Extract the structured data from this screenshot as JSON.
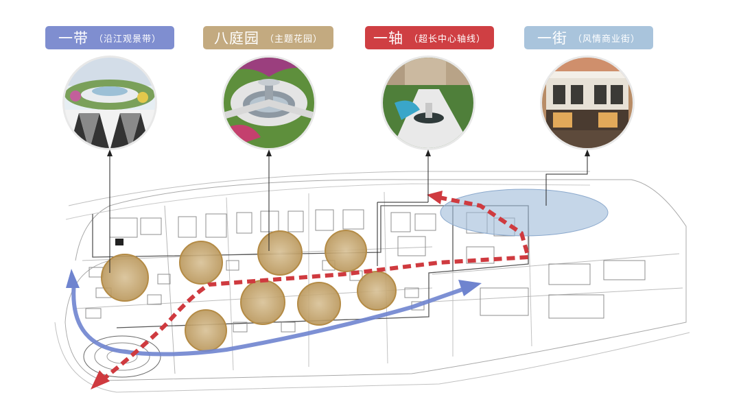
{
  "labels": [
    {
      "main": "一带",
      "sub": "（沿江观景带）",
      "color": "#7f8ed0"
    },
    {
      "main": "八庭园",
      "sub": "（主题花园）",
      "color": "#c3aa80"
    },
    {
      "main": "一轴",
      "sub": "（超长中心轴线）",
      "color": "#cf3f43"
    },
    {
      "main": "一街",
      "sub": "（风情商业街）",
      "color": "#a9c4dc"
    }
  ],
  "photos": [
    {
      "subject": "riverside-plaza-photo"
    },
    {
      "subject": "fountain-garden-photo"
    },
    {
      "subject": "central-axis-courtyard-photo"
    },
    {
      "subject": "commercial-street-photo"
    }
  ],
  "colors": {
    "riverside_band": "#6f84cf",
    "garden_circle": "#c9ac74",
    "axis_dash": "#cf3a3f",
    "street_ellipse": "#9fbad8",
    "plan_lines": "#9a9a9a"
  }
}
